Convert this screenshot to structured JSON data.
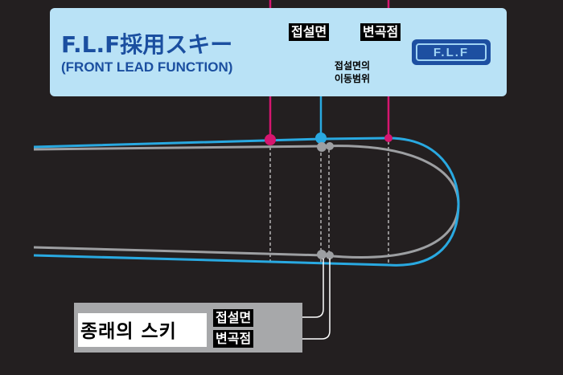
{
  "header": {
    "title": "F.L.F採用スキー",
    "subtitle": "(FRONT LEAD FUNCTION)",
    "contact_point_label": "접설면",
    "inflection_point_label": "변곡점",
    "range_label_line1": "접설면의",
    "range_label_line2": "이동범위",
    "logo_text": "F.L.F"
  },
  "legend": {
    "old_ski_label": "종래의 스키",
    "contact_point_label": "접설면",
    "inflection_point_label": "변곡점"
  },
  "colors": {
    "background": "#231f20",
    "flf_ski_outline": "#29a9e1",
    "conventional_ski_outline": "#9d9fa2",
    "inflection_marker": "#d6166f",
    "contact_marker": "#29a9e1",
    "title_text": "#1b4fa0",
    "header_panel": "#b9e2f6",
    "legend_panel": "#a7a8aa"
  }
}
